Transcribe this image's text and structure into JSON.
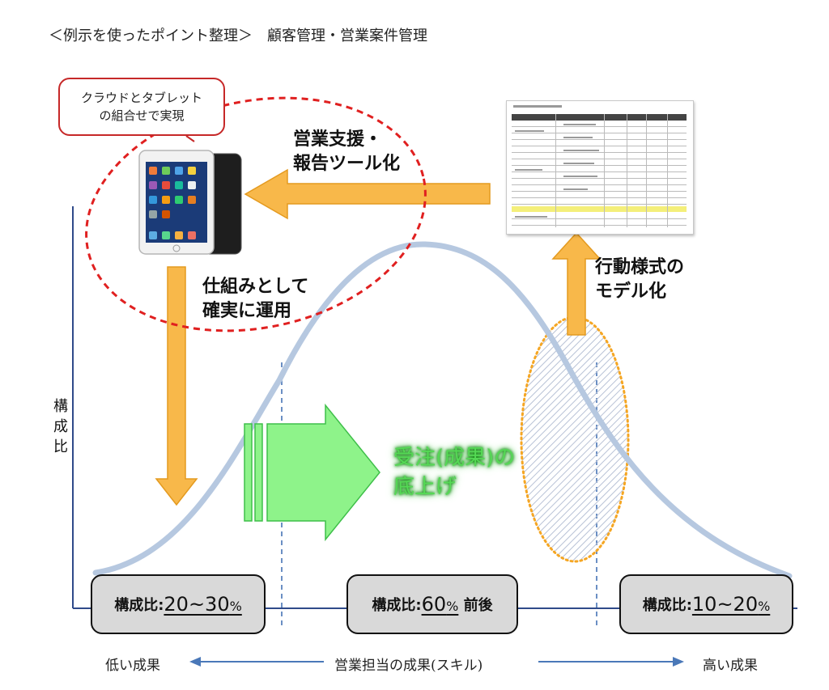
{
  "title": "＜例示を使ったポイント整理＞　顧客管理・営業案件管理",
  "annotation": {
    "line1": "クラウドとタブレット",
    "line2": "の組合せで実現"
  },
  "labels": {
    "support_line1": "営業支援・",
    "support_line2": "報告ツール化",
    "model_line1": "行動様式の",
    "model_line2": "モデル化",
    "operate_line1": "仕組みとして",
    "operate_line2": "確実に運用",
    "order_line1": "受注(成果)の",
    "order_line2": "底上げ",
    "ratio": [
      "構",
      "成",
      "比"
    ]
  },
  "boxes": [
    {
      "prefix": "構成比:",
      "value": "20~30",
      "unit": "%",
      "suffix": ""
    },
    {
      "prefix": "構成比:",
      "value": "60",
      "unit": "%",
      "suffix": " 前後"
    },
    {
      "prefix": "構成比:",
      "value": "10~20",
      "unit": "%",
      "suffix": ""
    }
  ],
  "axis": {
    "low": "低い成果",
    "mid": "営業担当の成果(スキル)",
    "high": "高い成果"
  },
  "colors": {
    "curve": "#b6c8e0",
    "arrow_orange": "#f8b84a",
    "arrow_orange_stroke": "#e49a1f",
    "green_arrow": "#8ef38a",
    "green_arrow_stroke": "#3fbf4a",
    "red_dashed": "#e02020",
    "orange_dotted": "#f5a623",
    "axis_line": "#2f4a8a",
    "dashed_line": "#3a6ab0"
  }
}
